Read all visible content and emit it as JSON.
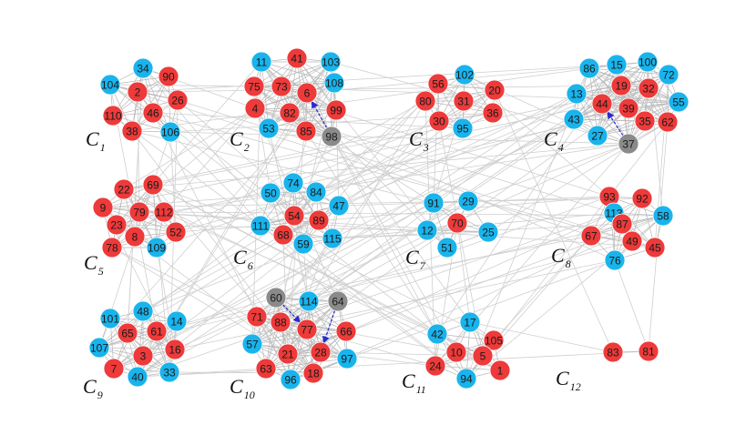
{
  "colors": {
    "red": "#ee3a3a",
    "blue": "#19b4ec",
    "gray": "#8a8a8a",
    "edge": "#cfcfcf",
    "arrow": "#2a2ad0"
  },
  "clusters": [
    {
      "letter": "C",
      "sub": "1",
      "nodes": [
        {
          "id": "34",
          "c": "blue"
        },
        {
          "id": "90",
          "c": "red"
        },
        {
          "id": "104",
          "c": "blue"
        },
        {
          "id": "2",
          "c": "red"
        },
        {
          "id": "26",
          "c": "red"
        },
        {
          "id": "46",
          "c": "red"
        },
        {
          "id": "110",
          "c": "red"
        },
        {
          "id": "38",
          "c": "red"
        },
        {
          "id": "106",
          "c": "blue"
        }
      ]
    },
    {
      "letter": "C",
      "sub": "2",
      "nodes": [
        {
          "id": "11",
          "c": "blue"
        },
        {
          "id": "41",
          "c": "red"
        },
        {
          "id": "103",
          "c": "blue"
        },
        {
          "id": "75",
          "c": "red"
        },
        {
          "id": "73",
          "c": "red"
        },
        {
          "id": "6",
          "c": "red"
        },
        {
          "id": "108",
          "c": "blue"
        },
        {
          "id": "4",
          "c": "red"
        },
        {
          "id": "82",
          "c": "red"
        },
        {
          "id": "99",
          "c": "red"
        },
        {
          "id": "53",
          "c": "blue"
        },
        {
          "id": "85",
          "c": "red"
        },
        {
          "id": "98",
          "c": "gray"
        }
      ]
    },
    {
      "letter": "C",
      "sub": "3",
      "nodes": [
        {
          "id": "102",
          "c": "blue"
        },
        {
          "id": "56",
          "c": "red"
        },
        {
          "id": "20",
          "c": "red"
        },
        {
          "id": "80",
          "c": "red"
        },
        {
          "id": "31",
          "c": "red"
        },
        {
          "id": "36",
          "c": "red"
        },
        {
          "id": "30",
          "c": "red"
        },
        {
          "id": "95",
          "c": "blue"
        }
      ]
    },
    {
      "letter": "C",
      "sub": "4",
      "nodes": [
        {
          "id": "86",
          "c": "blue"
        },
        {
          "id": "15",
          "c": "blue"
        },
        {
          "id": "100",
          "c": "blue"
        },
        {
          "id": "72",
          "c": "blue"
        },
        {
          "id": "13",
          "c": "blue"
        },
        {
          "id": "19",
          "c": "red"
        },
        {
          "id": "32",
          "c": "red"
        },
        {
          "id": "55",
          "c": "blue"
        },
        {
          "id": "44",
          "c": "red"
        },
        {
          "id": "39",
          "c": "red"
        },
        {
          "id": "35",
          "c": "red"
        },
        {
          "id": "62",
          "c": "red"
        },
        {
          "id": "43",
          "c": "blue"
        },
        {
          "id": "27",
          "c": "blue"
        },
        {
          "id": "37",
          "c": "gray"
        }
      ]
    },
    {
      "letter": "C",
      "sub": "5",
      "nodes": [
        {
          "id": "22",
          "c": "red"
        },
        {
          "id": "69",
          "c": "red"
        },
        {
          "id": "9",
          "c": "red"
        },
        {
          "id": "79",
          "c": "red"
        },
        {
          "id": "112",
          "c": "red"
        },
        {
          "id": "23",
          "c": "red"
        },
        {
          "id": "52",
          "c": "red"
        },
        {
          "id": "8",
          "c": "red"
        },
        {
          "id": "78",
          "c": "red"
        },
        {
          "id": "109",
          "c": "blue"
        }
      ]
    },
    {
      "letter": "C",
      "sub": "6",
      "nodes": [
        {
          "id": "74",
          "c": "blue"
        },
        {
          "id": "50",
          "c": "blue"
        },
        {
          "id": "84",
          "c": "blue"
        },
        {
          "id": "47",
          "c": "blue"
        },
        {
          "id": "54",
          "c": "red"
        },
        {
          "id": "89",
          "c": "red"
        },
        {
          "id": "111",
          "c": "blue"
        },
        {
          "id": "68",
          "c": "red"
        },
        {
          "id": "115",
          "c": "blue"
        },
        {
          "id": "59",
          "c": "blue"
        }
      ]
    },
    {
      "letter": "C",
      "sub": "7",
      "nodes": [
        {
          "id": "91",
          "c": "blue"
        },
        {
          "id": "29",
          "c": "blue"
        },
        {
          "id": "70",
          "c": "red"
        },
        {
          "id": "12",
          "c": "blue"
        },
        {
          "id": "25",
          "c": "blue"
        },
        {
          "id": "51",
          "c": "blue"
        }
      ]
    },
    {
      "letter": "C",
      "sub": "8",
      "nodes": [
        {
          "id": "93",
          "c": "red"
        },
        {
          "id": "92",
          "c": "red"
        },
        {
          "id": "113",
          "c": "blue"
        },
        {
          "id": "58",
          "c": "blue"
        },
        {
          "id": "87",
          "c": "red"
        },
        {
          "id": "67",
          "c": "red"
        },
        {
          "id": "49",
          "c": "red"
        },
        {
          "id": "45",
          "c": "red"
        },
        {
          "id": "76",
          "c": "blue"
        }
      ]
    },
    {
      "letter": "C",
      "sub": "9",
      "nodes": [
        {
          "id": "48",
          "c": "blue"
        },
        {
          "id": "101",
          "c": "blue"
        },
        {
          "id": "14",
          "c": "blue"
        },
        {
          "id": "65",
          "c": "red"
        },
        {
          "id": "61",
          "c": "red"
        },
        {
          "id": "107",
          "c": "blue"
        },
        {
          "id": "3",
          "c": "red"
        },
        {
          "id": "16",
          "c": "red"
        },
        {
          "id": "7",
          "c": "red"
        },
        {
          "id": "40",
          "c": "blue"
        },
        {
          "id": "33",
          "c": "blue"
        }
      ]
    },
    {
      "letter": "C",
      "sub": "10",
      "nodes": [
        {
          "id": "60",
          "c": "gray"
        },
        {
          "id": "114",
          "c": "blue"
        },
        {
          "id": "64",
          "c": "gray"
        },
        {
          "id": "71",
          "c": "red"
        },
        {
          "id": "88",
          "c": "red"
        },
        {
          "id": "77",
          "c": "red"
        },
        {
          "id": "66",
          "c": "red"
        },
        {
          "id": "57",
          "c": "blue"
        },
        {
          "id": "21",
          "c": "red"
        },
        {
          "id": "28",
          "c": "red"
        },
        {
          "id": "97",
          "c": "blue"
        },
        {
          "id": "63",
          "c": "red"
        },
        {
          "id": "96",
          "c": "blue"
        },
        {
          "id": "18",
          "c": "red"
        }
      ]
    },
    {
      "letter": "C",
      "sub": "11",
      "nodes": [
        {
          "id": "17",
          "c": "blue"
        },
        {
          "id": "42",
          "c": "blue"
        },
        {
          "id": "105",
          "c": "red"
        },
        {
          "id": "10",
          "c": "red"
        },
        {
          "id": "5",
          "c": "red"
        },
        {
          "id": "24",
          "c": "red"
        },
        {
          "id": "94",
          "c": "blue"
        },
        {
          "id": "1",
          "c": "red"
        }
      ]
    },
    {
      "letter": "C",
      "sub": "12",
      "nodes": [
        {
          "id": "83",
          "c": "red"
        },
        {
          "id": "81",
          "c": "red"
        }
      ]
    }
  ],
  "arrows": [
    {
      "from": "98",
      "to": "6"
    },
    {
      "from": "37",
      "to": "44"
    },
    {
      "from": "60",
      "to": "77"
    },
    {
      "from": "64",
      "to": "28"
    }
  ]
}
